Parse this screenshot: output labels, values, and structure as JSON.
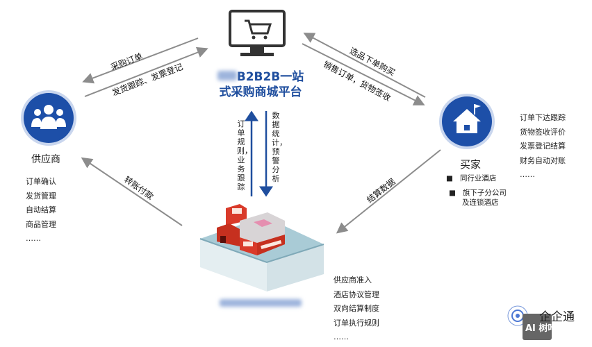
{
  "platform": {
    "title_line1": "B2B2B一站",
    "title_line2": "式采购商城平台",
    "icon": "monitor-cart-icon"
  },
  "supplier": {
    "label": "供应商",
    "icon": "users-group-icon",
    "items": [
      "订单确认",
      "发货管理",
      "自动结算",
      "商品管理",
      "……"
    ]
  },
  "buyer": {
    "label": "买家",
    "icon": "house-flag-icon",
    "types": [
      "同行业酒店",
      "旗下子分公司",
      "及连锁酒店"
    ],
    "items": [
      "订单下达跟踪",
      "货物签收评价",
      "发票登记结算",
      "财务自动对账",
      "……"
    ]
  },
  "group": {
    "icon": "factory-building-icon",
    "items": [
      "供应商准入",
      "酒店协议管理",
      "双向结算制度",
      "订单执行规则",
      "……"
    ]
  },
  "flows": {
    "purchase_order": "采购订单",
    "shipping": "发货跟踪、发票登记",
    "select_order": "选品下单购买",
    "sales_order": "销售订单，货物签收",
    "transfer": "转账付款",
    "settlement": "结算数据",
    "rules": "订单规则，业务跟踪",
    "stats": "数据统计，预警分析"
  },
  "watermark": {
    "brand1": "企企通",
    "brand2": "AI 树叶云"
  },
  "colors": {
    "primary": "#1f4e9e",
    "circle": "#1d4fa8",
    "arrow": "#8c8c8c"
  }
}
